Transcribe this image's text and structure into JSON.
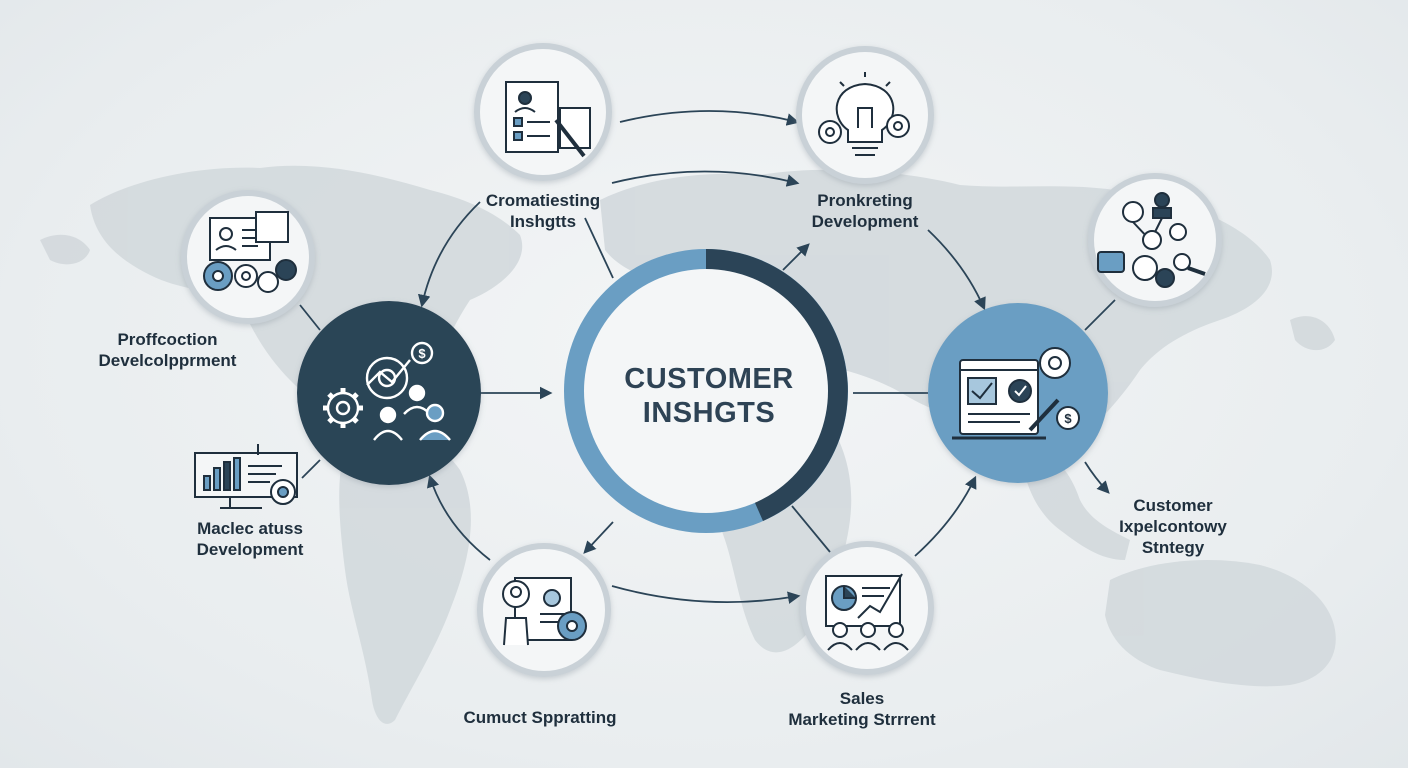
{
  "center": {
    "line1": "CUSTOMER",
    "line2": "INSHGTS"
  },
  "labels": {
    "top_left": {
      "line1": "Cromatiesting",
      "line2": "Inshgtts"
    },
    "top_right": {
      "line1": "Pronkreting",
      "line2": "Development"
    },
    "left_upper": {
      "line1": "Proffcoction",
      "line2": "Develcolpprment"
    },
    "left_lower": {
      "line1": "Maclec atuss",
      "line2": "Development"
    },
    "right": {
      "line1": "Customer",
      "line2": "Ixpelcontowy",
      "line3": "Stntegy"
    },
    "bottom_left": {
      "line1": "Cumuct Sppratting"
    },
    "bottom_right": {
      "line1": "Sales",
      "line2": "Marketing Strrrent"
    }
  },
  "colors": {
    "navy": "#2b4457",
    "steel_blue": "#6a9ec3",
    "light_blue": "#a7c7dd",
    "text": "#1f2f3d",
    "map": "#d3d9dd",
    "node_bg": "#f4f6f7",
    "node_ring": "#c9d1d7"
  },
  "icons": [
    "resume-checklist-icon",
    "lightbulb-gears-icon",
    "customer-profile-gear-icon",
    "team-network-icon",
    "analytics-monitor-icon",
    "business-gears-dollar-icon",
    "web-dashboard-dollar-icon",
    "person-document-gear-icon",
    "sales-chart-team-icon"
  ]
}
